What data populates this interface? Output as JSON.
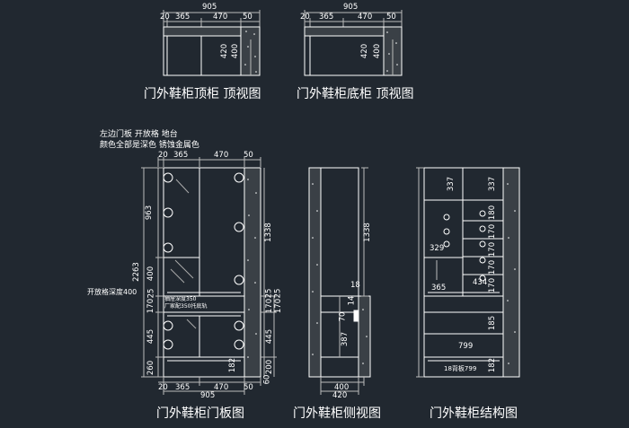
{
  "colors": {
    "background": "#212830",
    "line": "#ffffff",
    "dim": "#c8c8c8",
    "stone": "#ffffff"
  },
  "titles": {
    "top_cabinet": "门外鞋柜顶柜 顶视图",
    "bottom_cabinet": "门外鞋柜底柜 顶视图",
    "door_panel": "门外鞋柜门板图",
    "side_view": "门外鞋柜侧视图",
    "structure": "门外鞋柜结构图"
  },
  "notes": {
    "line1": "左边门板 开放格 地台",
    "line2": "颜色全部是深色 锈蚀金属色",
    "open_depth": "开放格深度400",
    "drawer_depth": "抽屉深度350",
    "factory_rail": "厂家配350托底轨",
    "board": "18背板"
  },
  "dims": {
    "total_width": "905",
    "w20": "20",
    "w365": "365",
    "w470": "470",
    "w50": "50",
    "d420": "420",
    "d400": "400",
    "d420b": "420",
    "h963": "963",
    "h2263": "2263",
    "h400": "400",
    "h170": "170",
    "h25": "25",
    "h445": "445",
    "h260": "260",
    "h1338": "1338",
    "h60": "60",
    "h200": "200",
    "h182": "182",
    "h18": "18",
    "h70": "70",
    "h14": "14",
    "h387": "387",
    "h337": "337",
    "h180": "180",
    "h329": "329",
    "h434": "434",
    "h185": "185",
    "w799": "799",
    "w18799": "18背板799"
  }
}
